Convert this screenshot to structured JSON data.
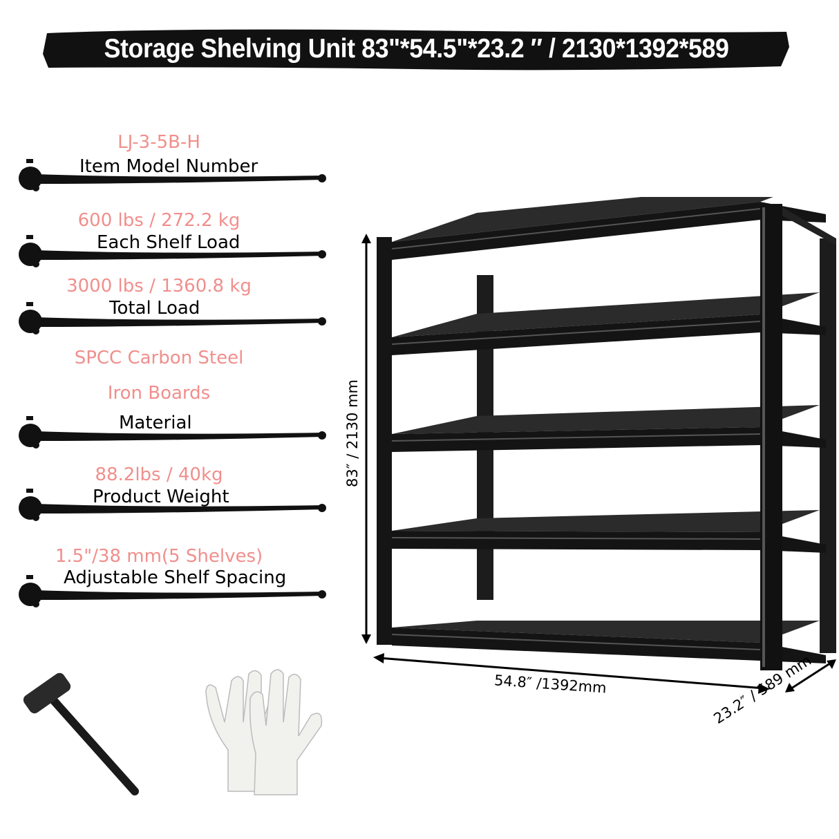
{
  "title": "Storage Shelving Unit 83\"*54.5\"*23.2 ″  / 2130*1392*589",
  "specs": [
    {
      "value": "LJ-3-5B-H",
      "label": "Item Model Number"
    },
    {
      "value": "600 lbs / 272.2 kg",
      "label": "Each Shelf Load"
    },
    {
      "value": "3000 lbs / 1360.8 kg",
      "label": "Total Load"
    },
    {
      "value": "SPCC Carbon Steel",
      "value2": "Iron Boards",
      "label": "Material"
    },
    {
      "value": "88.2lbs / 40kg",
      "label": "Product Weight"
    },
    {
      "value": "1.5\"/38 mm(5 Shelves)",
      "label": "Adjustable Shelf Spacing"
    }
  ],
  "dimensions": {
    "height": "83″  / 2130 mm",
    "width": "54.8″  /1392mm",
    "depth": "23.2″   / 589 mm"
  },
  "colors": {
    "value_text": "#f08f8c",
    "label_text": "#000000",
    "shelf": "#1a1a1a"
  },
  "accessories": [
    "hammer-icon",
    "gloves-icon"
  ]
}
